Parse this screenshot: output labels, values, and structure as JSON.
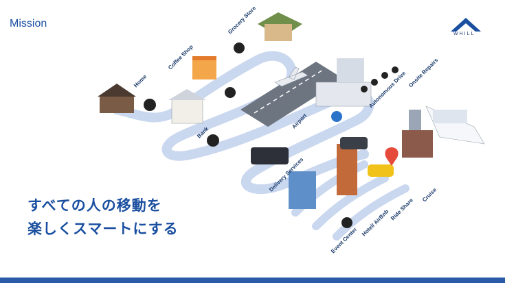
{
  "header": {
    "title": "Mission"
  },
  "brand": {
    "logo_text": "WHILL",
    "color": "#1a4fa0"
  },
  "tagline": {
    "line1": "すべての人の移動を",
    "line2": "楽しくスマートにする"
  },
  "illustration": {
    "labels": {
      "home": "Home",
      "coffee": "Coffee Shop",
      "grocery": "Grocery Store",
      "bank": "Bank",
      "airport": "Airport",
      "autonomous": "Autonomous Drive",
      "repairs": "Onsite Repairs",
      "delivery": "Delivery Services",
      "cruise": "Cruise",
      "ride_share": "Ride Share",
      "hotel": "Hotel/ AirBnb",
      "event": "Event Center"
    }
  }
}
